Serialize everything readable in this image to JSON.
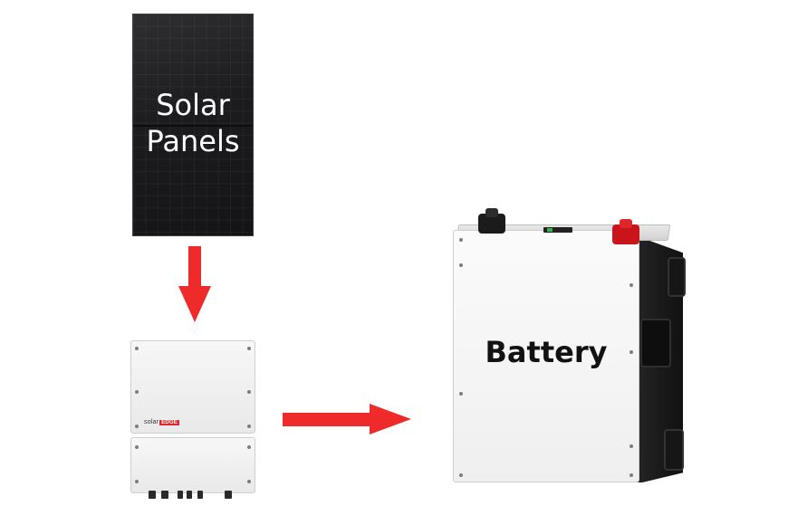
{
  "diagram": {
    "solar_panels": {
      "label": "Solar\nPanels",
      "icon": "solar-panel-icon"
    },
    "inverter": {
      "brand_text": "solar",
      "brand_tag": "EDGE",
      "icon": "inverter-icon"
    },
    "battery": {
      "label": "Battery",
      "icon": "battery-icon"
    },
    "flows": [
      {
        "from": "solar_panels",
        "to": "inverter",
        "direction": "down",
        "color": "#ee2a2a"
      },
      {
        "from": "inverter",
        "to": "battery",
        "direction": "right",
        "color": "#ee2a2a"
      }
    ]
  },
  "colors": {
    "arrow": "#ee2a2a",
    "panel": "#1e1e21",
    "battery_front": "#f5f5f5",
    "battery_side": "#1a1a1a",
    "terminal_positive": "#c9141b",
    "terminal_negative": "#1b1b1b"
  }
}
